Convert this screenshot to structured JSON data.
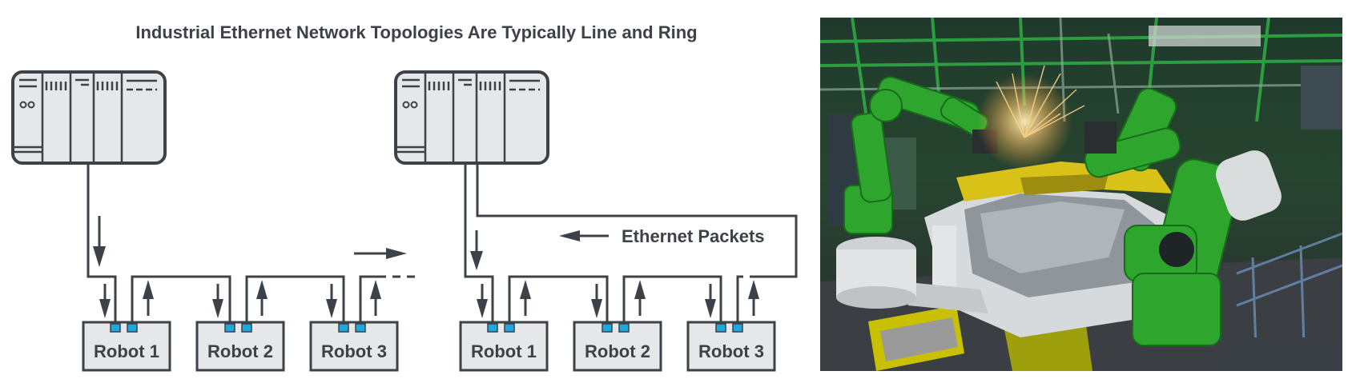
{
  "title": "Industrial Ethernet Network Topologies Are Typically  Line and Ring",
  "line_topology": {
    "robots": [
      "Robot 1",
      "Robot 2",
      "Robot 3"
    ]
  },
  "ring_topology": {
    "robots": [
      "Robot 1",
      "Robot 2",
      "Robot 3"
    ],
    "packets_label": "Ethernet Packets"
  },
  "colors": {
    "line": "#3d4148",
    "box_fill": "#e6e7e9",
    "port": "#1fa8e0",
    "robot_green": "#2ea62e",
    "background": "#ffffff"
  },
  "photo": {
    "subject": "automotive assembly line with green welding robots"
  }
}
